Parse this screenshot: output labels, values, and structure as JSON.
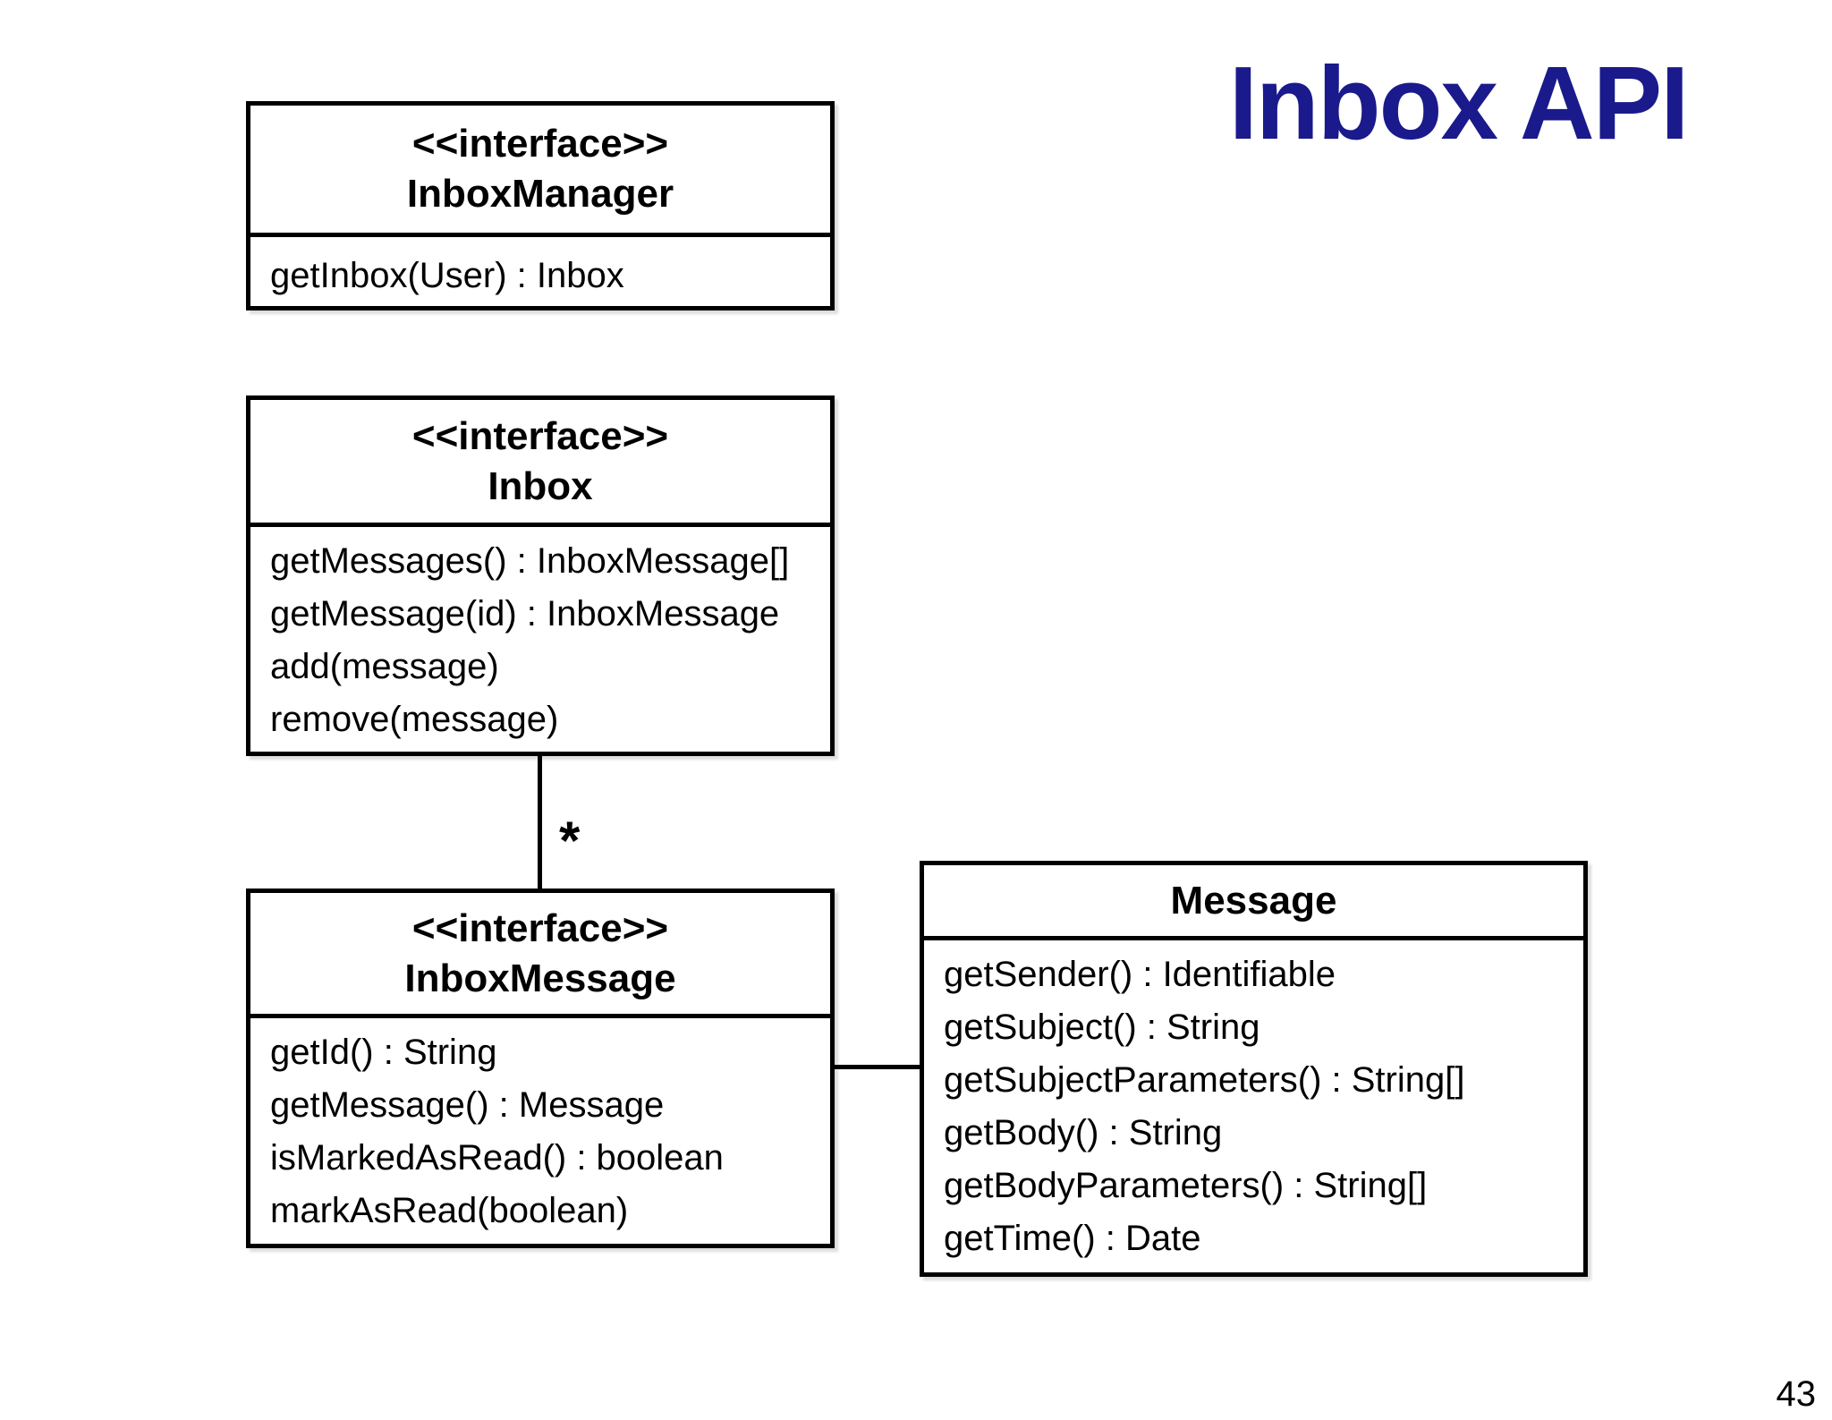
{
  "slide": {
    "title": "Inbox API",
    "title_color": "#1A1A8C",
    "page_number": "43"
  },
  "diagram": {
    "boxes": [
      {
        "stereotype": "<<interface>>",
        "name": "InboxManager",
        "methods": [
          "getInbox(User) : Inbox"
        ]
      },
      {
        "stereotype": "<<interface>>",
        "name": "Inbox",
        "methods": [
          "getMessages() : InboxMessage[]",
          "getMessage(id) : InboxMessage",
          "add(message)",
          "remove(message)"
        ]
      },
      {
        "stereotype": "<<interface>>",
        "name": "InboxMessage",
        "methods": [
          "getId() : String",
          "getMessage() : Message",
          "isMarkedAsRead() : boolean",
          "markAsRead(boolean)"
        ]
      },
      {
        "stereotype": "",
        "name": "Message",
        "methods": [
          "getSender() : Identifiable",
          "getSubject() : String",
          "getSubjectParameters() : String[]",
          "getBody() : String",
          "getBodyParameters() : String[]",
          "getTime() : Date"
        ]
      }
    ],
    "connectors": [
      {
        "from": "Inbox",
        "to": "InboxMessage",
        "multiplicity": "*"
      },
      {
        "from": "InboxMessage",
        "to": "Message",
        "multiplicity": ""
      }
    ]
  }
}
